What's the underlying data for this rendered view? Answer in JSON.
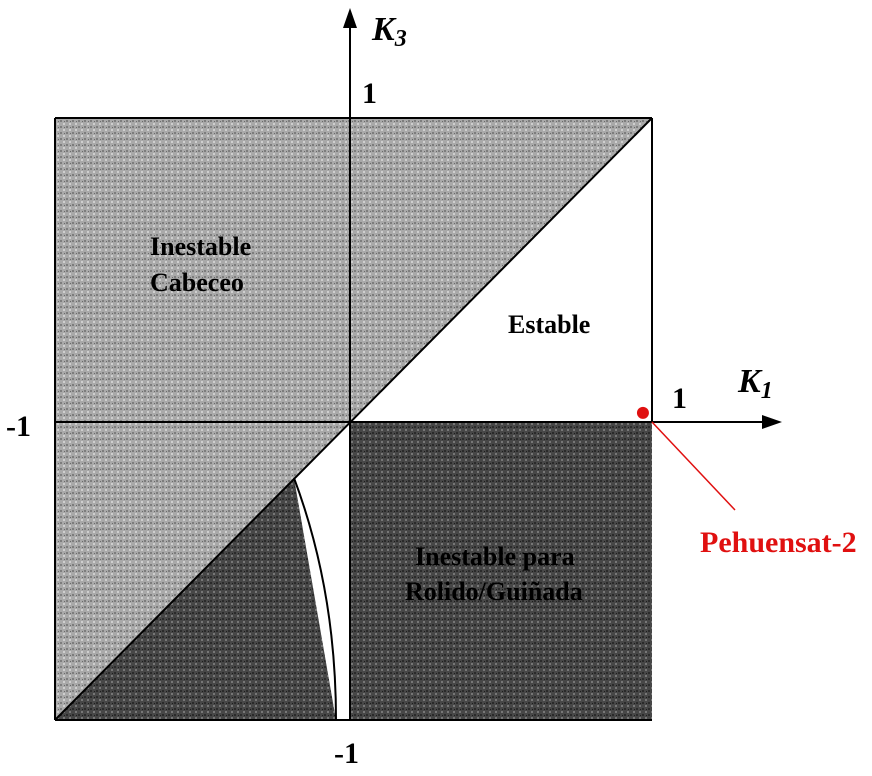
{
  "axes": {
    "horizontal": {
      "label": "K",
      "subscript": "1"
    },
    "vertical": {
      "label": "K",
      "subscript": "3"
    },
    "tick_labels": {
      "horizontal_positive": "1",
      "horizontal_negative": "-1",
      "vertical_positive": "1",
      "vertical_negative": "-1"
    }
  },
  "regions": {
    "pitch_unstable": {
      "line1": "Inestable",
      "line2": "Cabeceo"
    },
    "stable": {
      "text": "Estable"
    },
    "roll_yaw_unstable": {
      "line1": "Inestable para",
      "line2": "Rolido/Guiñada"
    }
  },
  "marker": {
    "label": "Pehuensat-2",
    "color": "#e01010",
    "k1": 0.97,
    "k3": 0.03
  },
  "colors": {
    "region_light_fill": "#a8a8a8",
    "region_dark_fill": "#4a4a4a",
    "stable_fill": "#ffffff",
    "axis_color": "#000000"
  }
}
